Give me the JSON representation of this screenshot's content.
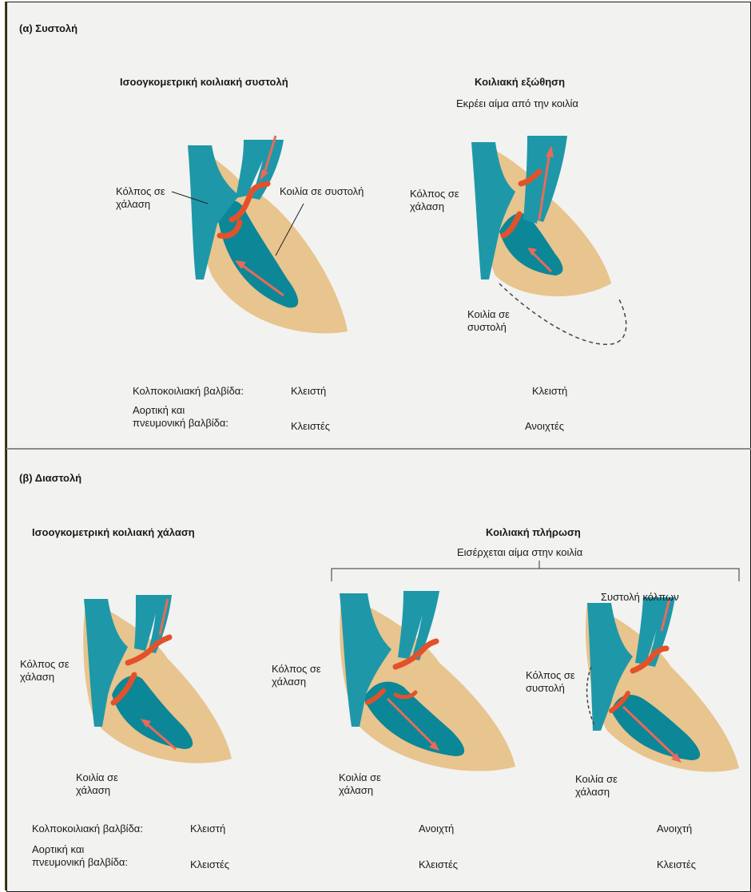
{
  "systole": {
    "title": "(α) Συστολή",
    "isovolumetric": {
      "title": "Ισοογκομετρική κοιλιακή συστολή",
      "atrium_label": "Κόλπος σε\nχάλαση",
      "ventricle_label": "Κοιλία σε συστολή"
    },
    "ejection": {
      "title": "Κοιλιακή εξώθηση",
      "subtitle": "Εκρέει αίμα από την κοιλία",
      "atrium_label": "Κόλπος σε\nχάλαση",
      "ventricle_label": "Κοιλία σε\nσυστολή"
    },
    "valves": {
      "av_label": "Κολποκοιλιακή βαλβίδα:",
      "semilunar_label": "Αορτική και\nπνευμονική βαλβίδα:",
      "isovolumetric_av": "Κλειστή",
      "isovolumetric_semilunar": "Κλειστές",
      "ejection_av": "Κλειστή",
      "ejection_semilunar": "Ανοιχτές"
    }
  },
  "diastole": {
    "title": "(β) Διαστολή",
    "isovolumetric": {
      "title": "Ισοογκομετρική κοιλιακή χάλαση",
      "atrium_label": "Κόλπος σε\nχάλαση",
      "ventricle_label": "Κοιλία σε\nχάλαση"
    },
    "filling": {
      "title": "Κοιλιακή πλήρωση",
      "subtitle": "Εισέρχεται αίμα στην κοιλία",
      "passive_atrium_label": "Κόλπος σε\nχάλαση",
      "passive_ventricle_label": "Κοιλία σε\nχάλαση",
      "atrial_systole_title": "Συστολή κόλπων",
      "active_atrium_label": "Κόλπος σε\nσυστολή",
      "active_ventricle_label": "Κοιλία σε\nχάλαση"
    },
    "valves": {
      "av_label": "Κολποκοιλιακή βαλβίδα:",
      "semilunar_label": "Αορτική και\nπνευμονική βαλβίδα:",
      "isovolumetric_av": "Κλειστή",
      "isovolumetric_semilunar": "Κλειστές",
      "passive_av": "Ανοιχτή",
      "passive_semilunar": "Κλειστές",
      "active_av": "Ανοιχτή",
      "active_semilunar": "Κλειστές"
    }
  },
  "colors": {
    "background": "#f2f2f0",
    "myocardium": "#e8c48e",
    "blood_chamber": "#1e98a8",
    "blood_dark": "#0c6f7e",
    "valve": "#e2522a",
    "flow_arrow": "#e86a5a"
  }
}
